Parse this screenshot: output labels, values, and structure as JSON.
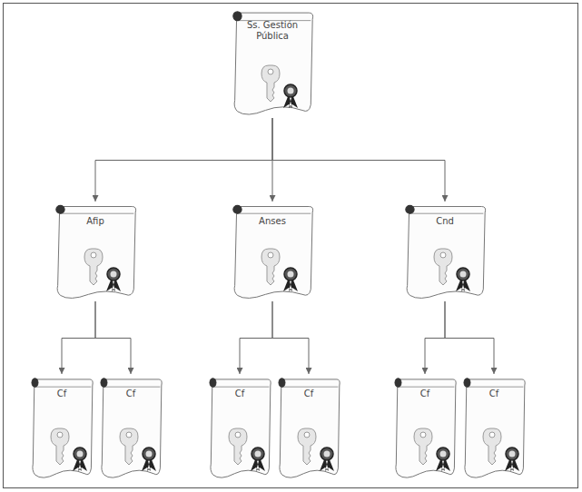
{
  "diagram": {
    "nodes": [
      {
        "text": [
          "Ss. Gestión Pública"
        ]
      },
      {
        "text": [
          "Afip"
        ]
      },
      {
        "text": [
          "Anses"
        ]
      },
      {
        "text": [
          "Cnd"
        ]
      },
      {
        "text": [
          "Cf"
        ]
      },
      {
        "text": [
          "Cf"
        ]
      },
      {
        "text": [
          "Cf"
        ]
      },
      {
        "text": [
          "Cf"
        ]
      },
      {
        "text": [
          "Cf"
        ]
      },
      {
        "text": [
          "Cf"
        ]
      }
    ],
    "edges": [
      {
        "from": 0,
        "to": 1,
        "arrow": "to"
      },
      {
        "from": 0,
        "to": 2,
        "arrow": "to"
      },
      {
        "from": 0,
        "to": 3,
        "arrow": "to"
      },
      {
        "from": 1,
        "to": 4,
        "arrow": "to"
      },
      {
        "from": 1,
        "to": 5,
        "arrow": "to"
      },
      {
        "from": 2,
        "to": 6,
        "arrow": "to"
      },
      {
        "from": 2,
        "to": 7,
        "arrow": "to"
      },
      {
        "from": 3,
        "to": 8,
        "arrow": "to"
      },
      {
        "from": 3,
        "to": 9,
        "arrow": "to"
      }
    ]
  }
}
